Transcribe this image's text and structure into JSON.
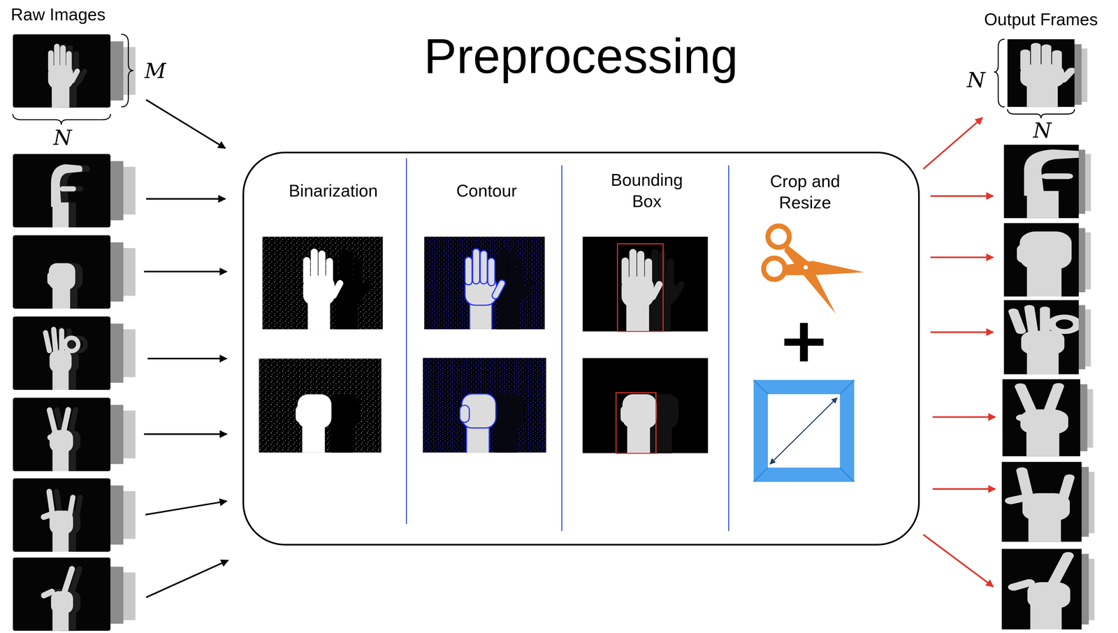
{
  "diagram": {
    "title": "Preprocessing",
    "nodes": [
      {
        "text": [
          "Binarization",
          "Contour",
          "Bounding Box",
          "Crop and Resize"
        ]
      }
    ],
    "labels": [
      "Raw Images",
      "M",
      "N",
      "Output Frames",
      "N",
      "N"
    ]
  }
}
